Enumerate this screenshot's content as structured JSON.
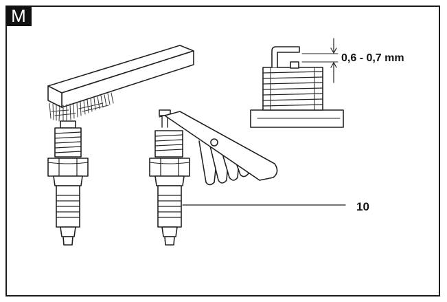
{
  "figure": {
    "badge": "M",
    "gap_spec": "0,6 - 0,7 mm",
    "callout": "10"
  }
}
